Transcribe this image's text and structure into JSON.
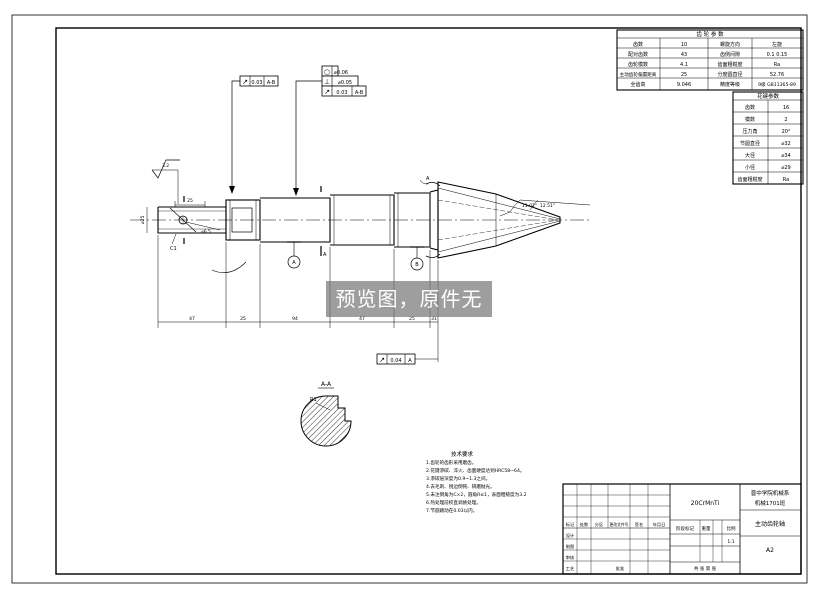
{
  "gear_params": {
    "header": "齿 轮 参 数",
    "rows": [
      [
        "齿数",
        "10",
        "螺旋方向",
        "左旋"
      ],
      [
        "配对齿数",
        "43",
        "齿侧间隙",
        "0.1  0.15"
      ],
      [
        "齿轮模数",
        "4.1",
        "齿面粗糙度",
        "Ra"
      ],
      [
        "主动齿轮偏置距离",
        "25",
        "分度圆直径",
        "52.76"
      ],
      [
        "全齿高",
        "9.046",
        "精度等级",
        "9级 GB11365-89"
      ]
    ]
  },
  "spline_params": {
    "header": "花键参数",
    "rows": [
      [
        "齿数",
        "16"
      ],
      [
        "模数",
        "2"
      ],
      [
        "压力角",
        "20°"
      ],
      [
        "节圆直径",
        "⌀32"
      ],
      [
        "大径",
        "⌀34"
      ],
      [
        "小径",
        "⌀29"
      ],
      [
        "齿面粗糙度",
        "Ra"
      ]
    ]
  },
  "tolerances": {
    "runout_top": [
      "↗",
      "0.03",
      "A-B"
    ],
    "frame_center": [
      [
        "○",
        "⌀0.06"
      ],
      [
        "⊥",
        "⌀0.05"
      ],
      [
        "↗",
        "0.03",
        "A-B"
      ]
    ],
    "runout_bottom": [
      "↗",
      "0.04",
      "A"
    ]
  },
  "dims": {
    "left_dia": "⌀25",
    "hole_dia": "⌀6.5",
    "chamfer": "C1",
    "key_len": "25",
    "cone_angle1": "11.02°",
    "cone_angle2": "12.51°",
    "datum_a": "A",
    "datum_b": "B",
    "section_label": "A-A",
    "radius": "R1",
    "roughness": "3.2",
    "seg_lengths": [
      "47",
      "25",
      "94",
      "47",
      "25",
      "31"
    ]
  },
  "notes": {
    "title": "技术要求",
    "lines": [
      "1.齿轮的齿形采用磨齿。",
      "2.花键渗碳、淬火、齿面硬度达到HRC58~64。",
      "3.渗碳层深度为0.9~1.3之间。",
      "4.去毛刺、锐边倒钝、研磨抛光。",
      "5.未注倒角为C×2，圆角R≤1，表面粗糙度为3.2",
      "6.热处理前校直调质处理。",
      "7.节圆跳动在0.03以内。"
    ]
  },
  "title_block": {
    "material": "20CrMnTi",
    "school": "晋中学院机械系",
    "class": "机械1701班",
    "part_name": "主动齿轮轴",
    "scale": "1:1",
    "drawing_no": "A2",
    "stage_label": "阶段标记",
    "weight_label": "重量",
    "scale_label": "比例",
    "sheet_text": "共 张 第 张",
    "approve_label": "批准",
    "header_cells": [
      "标记",
      "处数",
      "分区",
      "更改文件号",
      "签名",
      "年月日"
    ],
    "row_labels": [
      "设计",
      "制图",
      "审核",
      "工艺"
    ]
  },
  "watermark": "预览图，原件无水印"
}
